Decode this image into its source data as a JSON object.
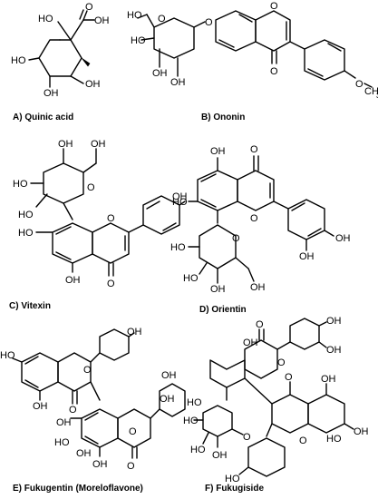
{
  "figure": {
    "panels": [
      {
        "caption": "A) Quinic acid",
        "atoms": [
          "HO",
          "O",
          "OH",
          "HO",
          "OH",
          "OH"
        ]
      },
      {
        "caption": "B) Ononin",
        "atoms": [
          "HO",
          "O",
          "O",
          "O",
          "O",
          "HO",
          "OH",
          "OH",
          "O",
          "CH",
          "3"
        ]
      },
      {
        "caption": "C) Vitexin",
        "atoms": [
          "OH",
          "OH",
          "HO",
          "HO",
          "O",
          "OH",
          "HO",
          "O",
          "OH",
          "O"
        ]
      },
      {
        "caption": "D) Orientin",
        "atoms": [
          "OH",
          "O",
          "HO",
          "O",
          "OH",
          "OH",
          "O",
          "HO",
          "HO",
          "OH",
          "OH"
        ]
      },
      {
        "caption": "E) Fukugentin (Moreloflavone)",
        "atoms": [
          "OH",
          "HO",
          "O",
          "OH",
          "O",
          "OH",
          "OH",
          "OH",
          "OH",
          "HO",
          "O",
          "OH",
          "O"
        ]
      },
      {
        "caption": "F) Fukugiside",
        "atoms": [
          "O",
          "OH",
          "OH",
          "OH",
          "O",
          "HO",
          "HO",
          "HO",
          "OH",
          "O",
          "OH",
          "O",
          "OH",
          "HO",
          "O",
          "HO"
        ]
      }
    ]
  }
}
